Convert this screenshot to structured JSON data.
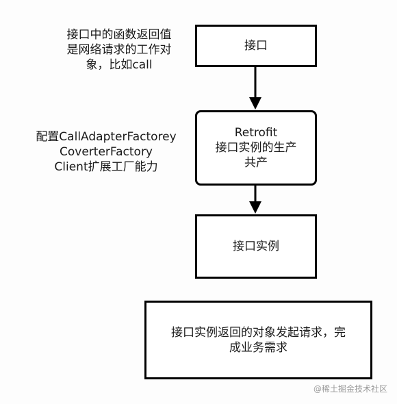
{
  "nodes": {
    "interface": {
      "label": "接口"
    },
    "retrofit": {
      "lines": [
        "Retrofit",
        "接口实例的生产",
        "共产"
      ]
    },
    "instance": {
      "label": "接口实例"
    },
    "result": {
      "lines": [
        "接口实例返回的对象发起请求，完",
        "成业务需求"
      ]
    }
  },
  "notes": {
    "return_value": {
      "lines": [
        "接口中的函数返回值",
        "是网络请求的工作对",
        "象，比如call"
      ]
    },
    "config": {
      "lines": [
        "配置CallAdapterFactorey",
        "CoverterFactory",
        "Client扩展工厂能力"
      ]
    }
  },
  "watermark": "@稀土掘金技术社区"
}
